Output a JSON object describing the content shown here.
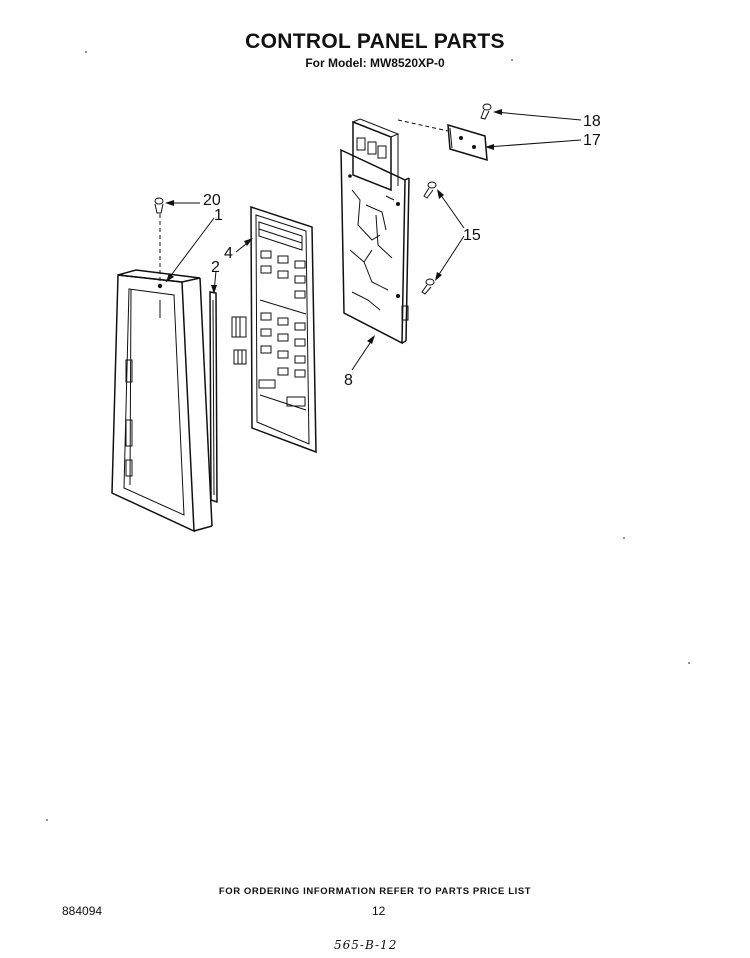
{
  "header": {
    "title": "CONTROL PANEL PARTS",
    "subtitle": "For Model: MW8520XP-0"
  },
  "callouts": [
    {
      "id": "c18",
      "label": "18"
    },
    {
      "id": "c17",
      "label": "17"
    },
    {
      "id": "c20",
      "label": "20"
    },
    {
      "id": "c1",
      "label": "1"
    },
    {
      "id": "c4",
      "label": "4"
    },
    {
      "id": "c2",
      "label": "2"
    },
    {
      "id": "c15",
      "label": "15"
    },
    {
      "id": "c8",
      "label": "8"
    }
  ],
  "footer": {
    "ordering_note": "FOR ORDERING INFORMATION REFER TO PARTS PRICE LIST",
    "doc_number": "884094",
    "page_number": "12",
    "handwritten": "565-B-12"
  }
}
